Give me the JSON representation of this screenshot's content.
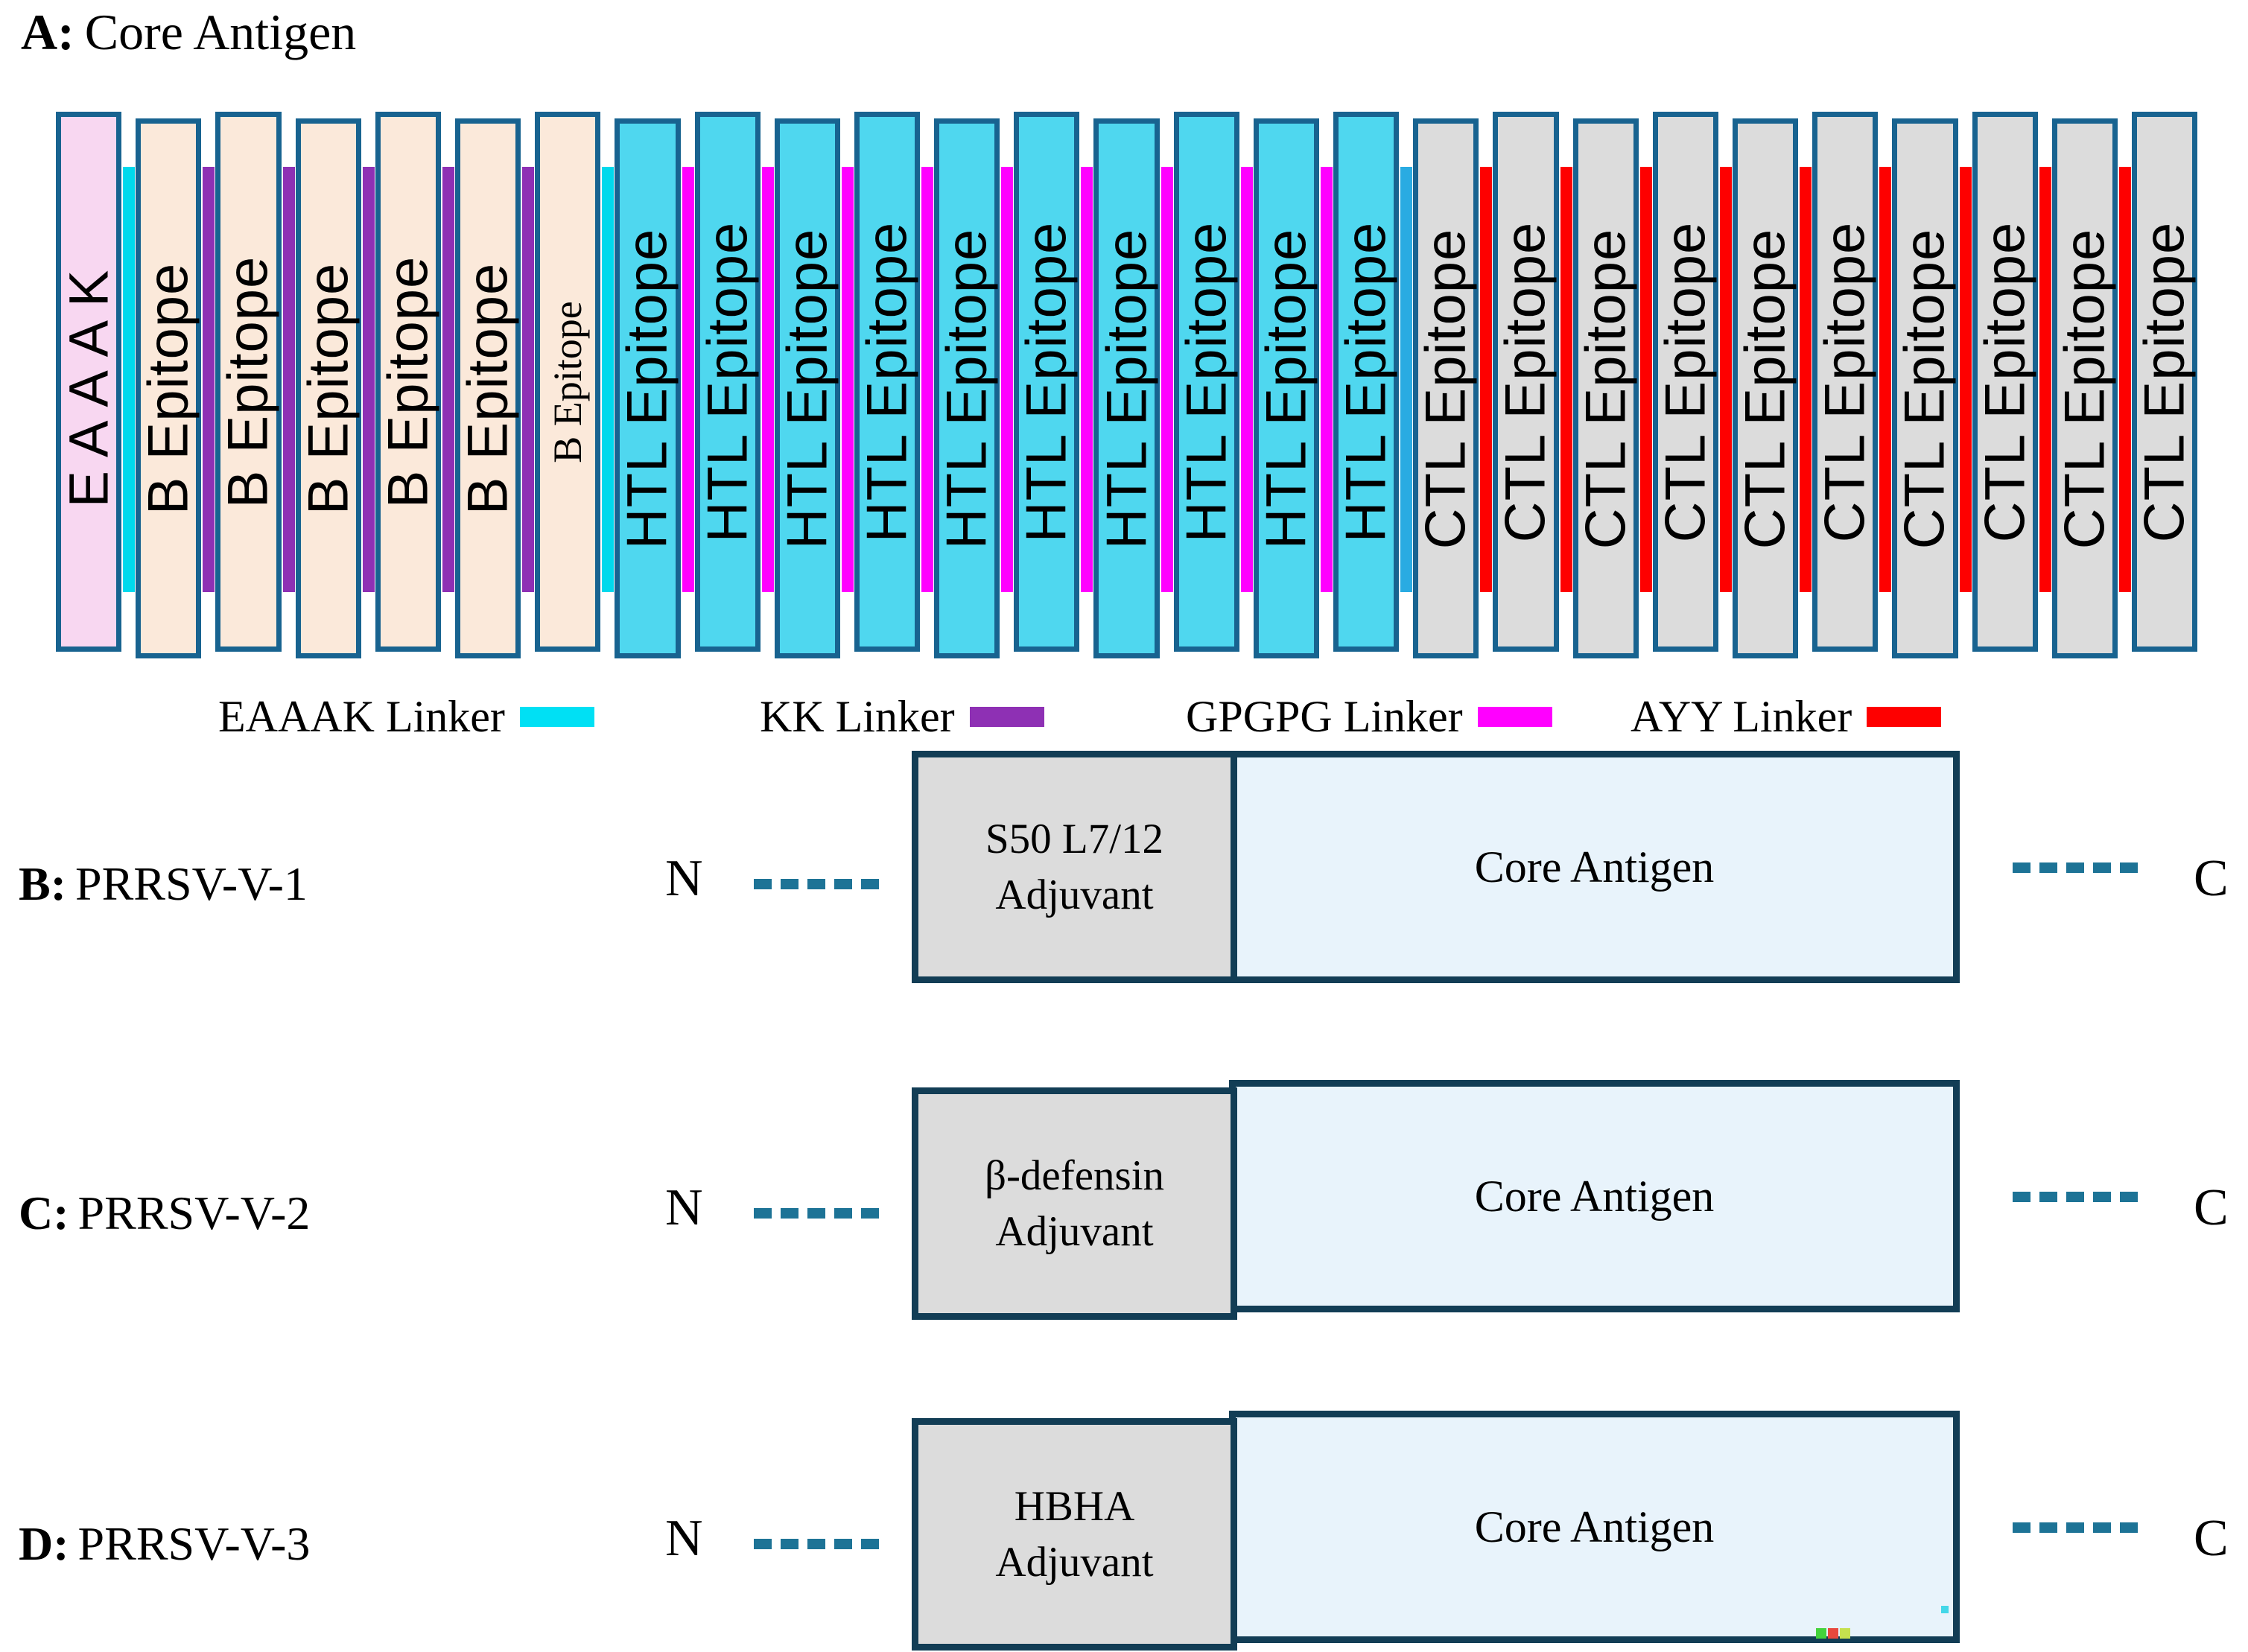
{
  "title": {
    "prefix": "A:",
    "text": "Core Antigen"
  },
  "fills": {
    "eaaak": "#f8d7f1",
    "b": "#fbe9da",
    "htl": "#4fd7ef",
    "ctl": "#dcdcdc"
  },
  "linkers": {
    "eaaak": "#00d9ec",
    "kk": "#8e30b4",
    "gpgpg": "#ff00ff",
    "ayy": "#fe0000",
    "mid": "#29abe2"
  },
  "core_antigen": {
    "blocks": [
      {
        "label": "EAAAK",
        "fill": "eaaak",
        "spread": true,
        "linker_after": "eaaak"
      },
      {
        "label": "B Epitope",
        "fill": "b",
        "linker_after": "kk"
      },
      {
        "label": "B Epitope",
        "fill": "b",
        "linker_after": "kk"
      },
      {
        "label": "B Epitope",
        "fill": "b",
        "linker_after": "kk"
      },
      {
        "label": "B Epitope",
        "fill": "b",
        "linker_after": "kk"
      },
      {
        "label": "B Epitope",
        "fill": "b",
        "linker_after": "kk"
      },
      {
        "label": "B Epitope",
        "fill": "b",
        "small": true,
        "linker_after": "eaaak"
      },
      {
        "label": "HTL Epitope",
        "fill": "htl",
        "linker_after": "gpgpg"
      },
      {
        "label": "HTL Epitope",
        "fill": "htl",
        "linker_after": "gpgpg"
      },
      {
        "label": "HTL Epitope",
        "fill": "htl",
        "linker_after": "gpgpg"
      },
      {
        "label": "HTL Epitope",
        "fill": "htl",
        "linker_after": "gpgpg"
      },
      {
        "label": "HTL Epitope",
        "fill": "htl",
        "linker_after": "gpgpg"
      },
      {
        "label": "HTL Epitope",
        "fill": "htl",
        "linker_after": "gpgpg"
      },
      {
        "label": "HTL Epitope",
        "fill": "htl",
        "linker_after": "gpgpg"
      },
      {
        "label": "HTL Epitope",
        "fill": "htl",
        "linker_after": "gpgpg"
      },
      {
        "label": "HTL Epitope",
        "fill": "htl",
        "linker_after": "gpgpg"
      },
      {
        "label": "HTL Epitope",
        "fill": "htl",
        "linker_after": "mid"
      },
      {
        "label": "CTL Epitope",
        "fill": "ctl",
        "linker_after": "ayy"
      },
      {
        "label": "CTL Epitope",
        "fill": "ctl",
        "linker_after": "ayy"
      },
      {
        "label": "CTL Epitope",
        "fill": "ctl",
        "linker_after": "ayy"
      },
      {
        "label": "CTL Epitope",
        "fill": "ctl",
        "linker_after": "ayy"
      },
      {
        "label": "CTL Epitope",
        "fill": "ctl",
        "linker_after": "ayy"
      },
      {
        "label": "CTL Epitope",
        "fill": "ctl",
        "linker_after": "ayy"
      },
      {
        "label": "CTL Epitope",
        "fill": "ctl",
        "linker_after": "ayy"
      },
      {
        "label": "CTL Epitope",
        "fill": "ctl",
        "linker_after": "ayy"
      },
      {
        "label": "CTL Epitope",
        "fill": "ctl",
        "linker_after": "ayy"
      },
      {
        "label": "CTL Epitope",
        "fill": "ctl",
        "linker_after": null
      }
    ]
  },
  "legend": [
    {
      "label": "EAAAK Linker",
      "color": "#00e0f4"
    },
    {
      "label": "KK Linker",
      "color": "#8e30b4"
    },
    {
      "label": "GPGPG Linker",
      "color": "#ff00ff"
    },
    {
      "label": "AYY Linker",
      "color": "#fe0000"
    }
  ],
  "panels": [
    {
      "prefix": "B:",
      "name": "PRRSV-V-1",
      "n_label": "N",
      "c_label": "C",
      "adjuvant_line1": "S50 L7/12",
      "adjuvant_line2": "Adjuvant",
      "core_label": "Core Antigen"
    },
    {
      "prefix": "C:",
      "name": "PRRSV-V-2",
      "n_label": "N",
      "c_label": "C",
      "adjuvant_line1": "β-defensin",
      "adjuvant_line2": "Adjuvant",
      "core_label": "Core Antigen"
    },
    {
      "prefix": "D:",
      "name": "PRRSV-V-3",
      "n_label": "N",
      "c_label": "C",
      "adjuvant_line1": "HBHA",
      "adjuvant_line2": "Adjuvant",
      "core_label": "Core Antigen"
    }
  ],
  "colors": {
    "block_border": "#186390",
    "panel_border": "#123d55",
    "dash": "#1d7396",
    "core_fill": "#e8f3fb",
    "adjuvant_fill": "#dcdcdc"
  }
}
